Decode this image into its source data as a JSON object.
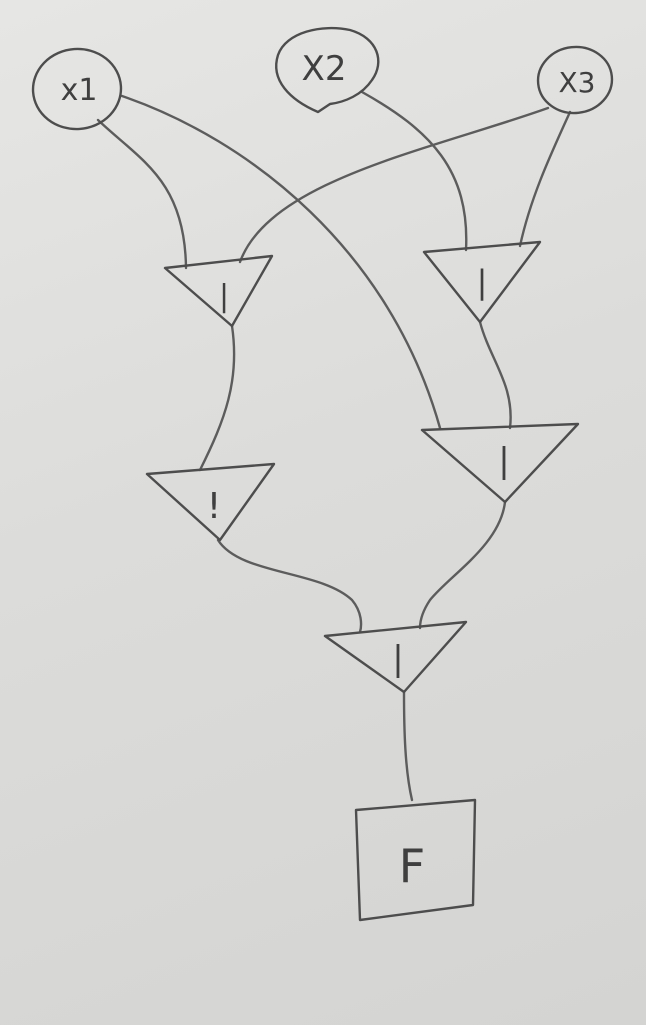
{
  "inputs": {
    "x1": "x1",
    "x2": "X2",
    "x3": "X3"
  },
  "gates": {
    "gate_1": "|",
    "gate_2": "|",
    "gate_3": "!",
    "gate_4": "|",
    "gate_5": "|"
  },
  "output": {
    "label": "F"
  },
  "colors": {
    "ink": "#4d4d4d",
    "paper": "#dededc"
  }
}
